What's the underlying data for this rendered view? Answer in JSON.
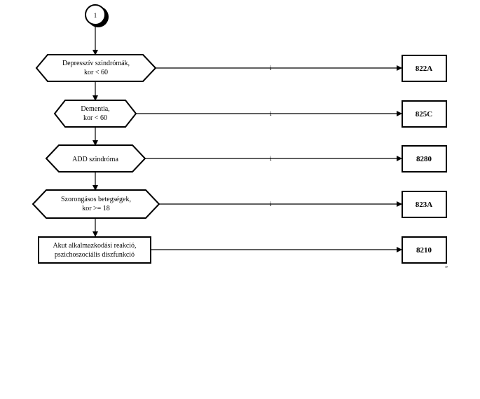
{
  "connector": {
    "label": "1"
  },
  "branch_label": "i",
  "footnote": "”",
  "decisions": [
    {
      "lines": [
        "Depresszív szindrómák,",
        "kor < 60"
      ],
      "code": "822A"
    },
    {
      "lines": [
        "Dementia,",
        "kor < 60"
      ],
      "code": "825C"
    },
    {
      "lines": [
        "ADD szindróma"
      ],
      "code": "8280"
    },
    {
      "lines": [
        "Szorongásos betegségek,",
        "kor >= 18"
      ],
      "code": "823A"
    }
  ],
  "process": {
    "lines": [
      "Akut alkalmazkodási reakció,",
      "pszichoszociális diszfunkció"
    ],
    "code": "8210"
  }
}
